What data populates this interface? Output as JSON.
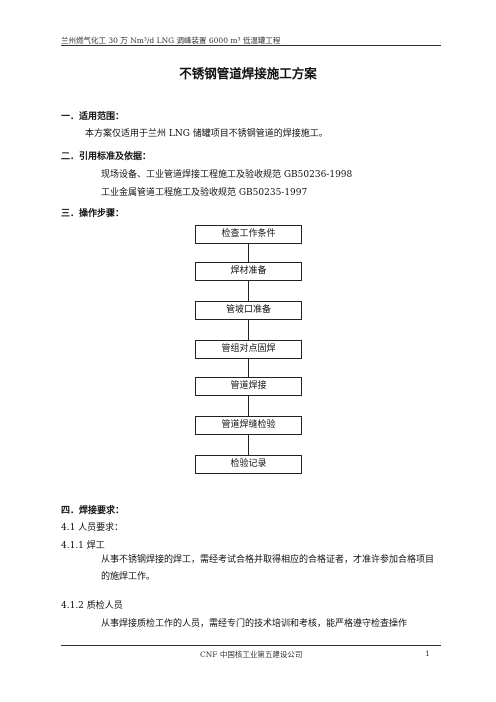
{
  "header": {
    "text": "兰州燃气化工 30 万 Nm³/d    LNG 调峰装置 6000 m³ 低温罐工程"
  },
  "doc": {
    "title": "不锈钢管道焊接施工方案",
    "s1_title": "一．适用范围：",
    "s1_text": "本方案仅适用于兰州 LNG 储罐项目不锈钢管道的焊接施工。",
    "s2_title": "二．引用标准及依据：",
    "s2_items": [
      "现场设备、工业管道焊接工程施工及验收规范    GB50236-1998",
      "工业金属管道工程施工及验收规范    GB50235-1997"
    ],
    "s3_title": "三．操作步骤：",
    "flow_steps": [
      "检查工作条件",
      "焊材准备",
      "管坡口准备",
      "管组对点固焊",
      "管道焊接",
      "管道焊缝检验",
      "检验记录"
    ],
    "s4_title": "四．焊接要求：",
    "s4_1": "4.1 人员要求：",
    "s4_1_1": "4.1.1 焊工",
    "s4_1_1_text": "从事不锈钢焊接的焊工，需经考试合格并取得相应的合格证者，才准许参加合格项目的施焊工作。",
    "s4_1_2": "4.1.2 质检人员",
    "s4_1_2_text": "从事焊接质检工作的人员，需经专门的技术培训和考核，能严格遵守检查操作"
  },
  "footer": {
    "company": "CNF 中国核工业第五建设公司",
    "page": "1"
  }
}
